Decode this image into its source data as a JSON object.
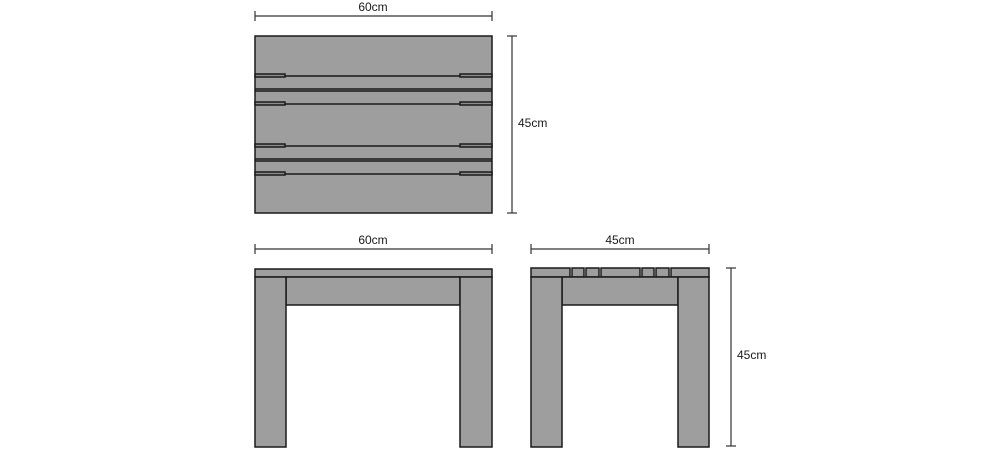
{
  "dimensions": {
    "top_view_width": "60cm",
    "top_view_depth": "45cm",
    "front_view_width": "60cm",
    "side_view_width": "45cm",
    "side_view_height": "45cm"
  },
  "colors": {
    "wood": "#9e9e9e",
    "outline": "#1a1a1a",
    "background": "#ffffff"
  }
}
